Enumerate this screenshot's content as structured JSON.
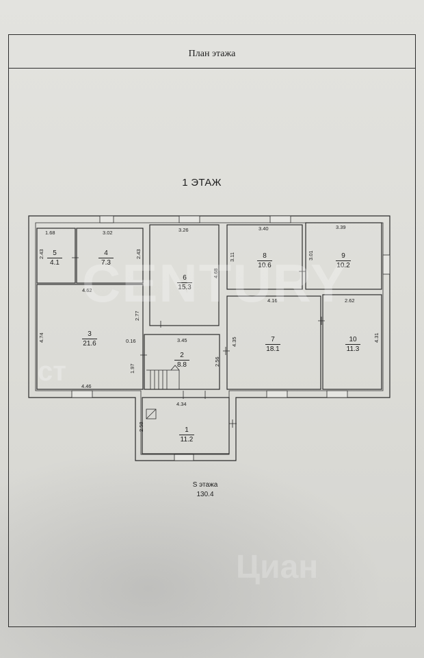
{
  "header": {
    "title": "План этажа"
  },
  "floor": {
    "label": "1 ЭТАЖ"
  },
  "rooms": [
    {
      "id": "1",
      "area": "11.2"
    },
    {
      "id": "2",
      "area": "8.8"
    },
    {
      "id": "3",
      "area": "21.6"
    },
    {
      "id": "4",
      "area": "7.3"
    },
    {
      "id": "5",
      "area": "4.1"
    },
    {
      "id": "6",
      "area": "15.3"
    },
    {
      "id": "7",
      "area": "18.1"
    },
    {
      "id": "8",
      "area": "10.6"
    },
    {
      "id": "9",
      "area": "10.2"
    },
    {
      "id": "10",
      "area": "11.3"
    }
  ],
  "dimensions": [
    "1.68",
    "3.02",
    "3.26",
    "3.40",
    "3.39",
    "2.43",
    "2.43",
    "3.11",
    "3.01",
    "4.68",
    "4.62",
    "2.77",
    "4.16",
    "2.62",
    "4.74",
    "0.16",
    "3.45",
    "4.35",
    "4.31",
    "1.97",
    "2.56",
    "4.46",
    "4.34",
    "2.58"
  ],
  "summary": {
    "label": "S этажа",
    "value": "130.4"
  },
  "watermarks": {
    "main": "CENTURY",
    "secondary": "Циан",
    "sub": "ст"
  },
  "colors": {
    "line": "#2b2b2b",
    "paper": "#dcdcd8",
    "text": "#1e1e1e"
  }
}
